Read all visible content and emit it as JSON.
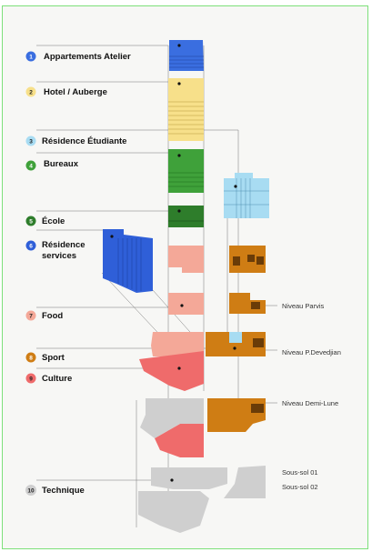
{
  "colors": {
    "blue": "#3a6ee0",
    "yellow": "#f7e08a",
    "light_blue": "#a8dcf2",
    "green": "#3fa13a",
    "dark_green": "#2e7d2b",
    "royal_blue": "#2f5fd8",
    "salmon": "#f4a898",
    "orange": "#cf7d14",
    "red": "#ef6b6b",
    "grey": "#cfcfcf"
  },
  "legend": [
    {
      "num": "1",
      "label": "Appartements Atelier",
      "color": "blue"
    },
    {
      "num": "2",
      "label": "Hotel / Auberge",
      "color": "yellow"
    },
    {
      "num": "3",
      "label": "Résidence Étudiante",
      "color": "light_blue"
    },
    {
      "num": "4",
      "label": "Bureaux",
      "color": "green"
    },
    {
      "num": "5",
      "label": "École",
      "color": "dark_green"
    },
    {
      "num": "6",
      "label": "Résidence",
      "label2": "services",
      "color": "royal_blue"
    },
    {
      "num": "7",
      "label": "Food",
      "color": "salmon"
    },
    {
      "num": "8",
      "label": "Sport",
      "color": "orange"
    },
    {
      "num": "9",
      "label": "Culture",
      "color": "red"
    },
    {
      "num": "10",
      "label": "Technique",
      "color": "grey"
    }
  ],
  "levels": {
    "parvis": "Niveau Parvis",
    "devedjian": "Niveau P.Devedjian",
    "demi_lune": "Niveau Demi-Lune",
    "sous_sol_01": "Sous-sol 01",
    "sous_sol_02": "Sous-sol 02"
  }
}
